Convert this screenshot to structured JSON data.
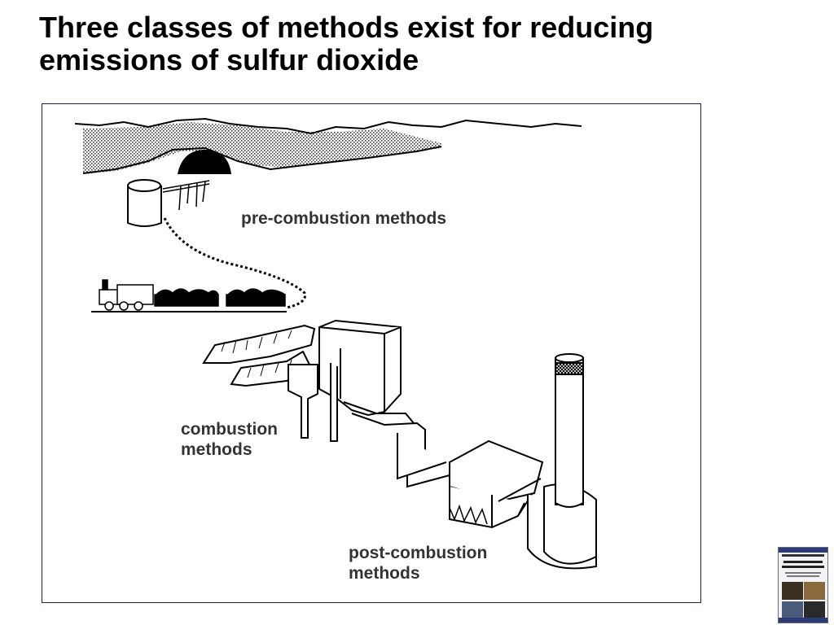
{
  "slide": {
    "title_lines": [
      "Three classes of methods exist for reducing",
      "emissions of sulfur dioxide"
    ]
  },
  "diagram": {
    "labels": {
      "pre_combustion": "pre-combustion methods",
      "combustion": [
        "combustion",
        "methods"
      ],
      "post_combustion": [
        "post-combustion",
        "methods"
      ]
    },
    "border_color": "#1c1c5a",
    "label_color": "#333333"
  }
}
